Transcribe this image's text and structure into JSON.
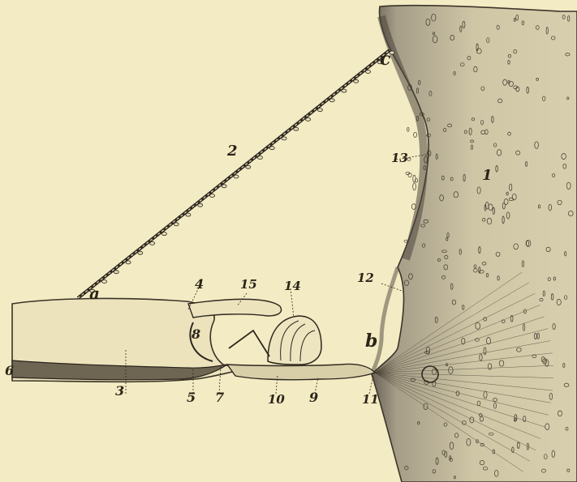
{
  "figure": {
    "labels": {
      "a": "a",
      "b": "b",
      "c": "c",
      "n1": "1",
      "n2": "2",
      "n3": "3",
      "n4": "4",
      "n5": "5",
      "n6": "6",
      "n7": "7",
      "n8": "8",
      "n9": "9",
      "n10": "10",
      "n11": "11",
      "n12": "12",
      "n13": "13",
      "n14": "14",
      "n15": "15"
    }
  }
}
